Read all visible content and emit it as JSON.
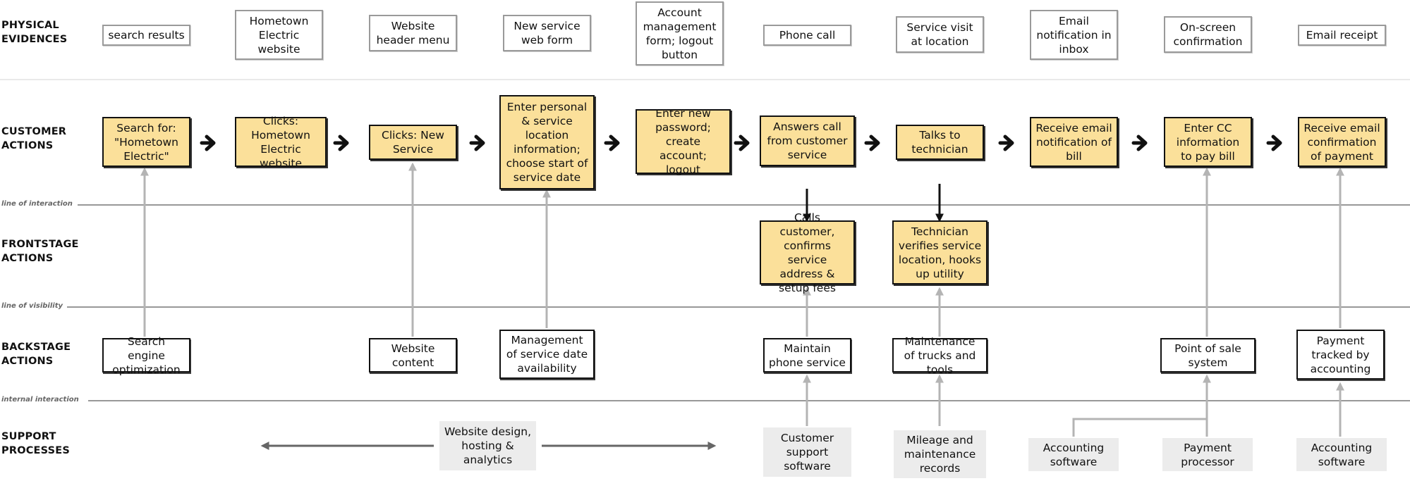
{
  "lanes": {
    "physical_evidence": "PHYSICAL\nEVIDENCES",
    "customer_actions": "CUSTOMER\nACTIONS",
    "frontstage_actions": "FRONTSTAGE\nACTIONS",
    "backstage_actions": "BACKSTAGE\nACTIONS",
    "support_processes": "SUPPORT\nPROCESSES"
  },
  "lines": {
    "interaction": "line of interaction",
    "visibility": "line of visibility",
    "internal": "internal interaction"
  },
  "evidence": [
    "search results",
    "Hometown Electric website",
    "Website header menu",
    "New service web form",
    "Account management form; logout button",
    "Phone call",
    "Service visit at location",
    "Email notification in inbox",
    "On-screen confirmation",
    "Email receipt"
  ],
  "customer": [
    "Search for: \"Hometown Electric\"",
    "Clicks: Hometown Electric website",
    "Clicks: New Service",
    "Enter personal & service location information; choose start of service date",
    "Enter new password; create account; logout",
    "Answers call from customer service",
    "Talks to technician",
    "Receive email notification of bill",
    "Enter CC information to pay bill",
    "Receive email confirmation of payment"
  ],
  "frontstage": [
    "Calls customer, confirms service address & setup fees",
    "Technician verifies service location, hooks up utility"
  ],
  "backstage": [
    "Search engine optimization",
    "Website content",
    "Management of service date availability",
    "Maintain phone service",
    "Maintenance of trucks and tools",
    "Point of sale system",
    "Payment tracked by accounting"
  ],
  "support": [
    "Website design, hosting & analytics",
    "Customer support software",
    "Mileage and maintenance records",
    "Accounting software",
    "Payment processor",
    "Accounting software"
  ],
  "colors": {
    "customer_fill": "#fbe09a",
    "support_fill": "#ececec",
    "connector_gray": "#b4b4b4",
    "divider": "#777777"
  }
}
